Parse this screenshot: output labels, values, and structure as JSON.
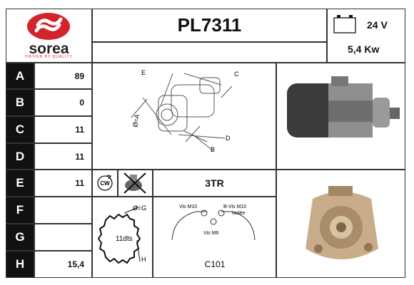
{
  "brand": {
    "name": "sorea",
    "tagline": "DRIVEN BY QUALITY",
    "logo_color": "#d3232b"
  },
  "part_number": "PL7311",
  "voltage": "24 V",
  "power": "5,4 Kw",
  "rows": [
    {
      "label": "A",
      "value": "89"
    },
    {
      "label": "B",
      "value": "0"
    },
    {
      "label": "C",
      "value": "11"
    },
    {
      "label": "D",
      "value": "11"
    },
    {
      "label": "E",
      "value": "11"
    },
    {
      "label": "F",
      "value": ""
    },
    {
      "label": "G",
      "value": ""
    },
    {
      "label": "H",
      "value": "15,4"
    }
  ],
  "rotation": "CW",
  "mount_type": "3TR",
  "diagram_labels": {
    "e": "E",
    "c": "C",
    "a": "Ø=A",
    "d": "D",
    "b": "B"
  },
  "gear": {
    "teeth": "11dts",
    "g": "Ø=G",
    "h": "H"
  },
  "mount": {
    "vis_m10": "Vis M10",
    "b_vis": "B-Vis M10",
    "isolee": "isolée",
    "vis_m6": "Vis M6",
    "code": "C101"
  }
}
